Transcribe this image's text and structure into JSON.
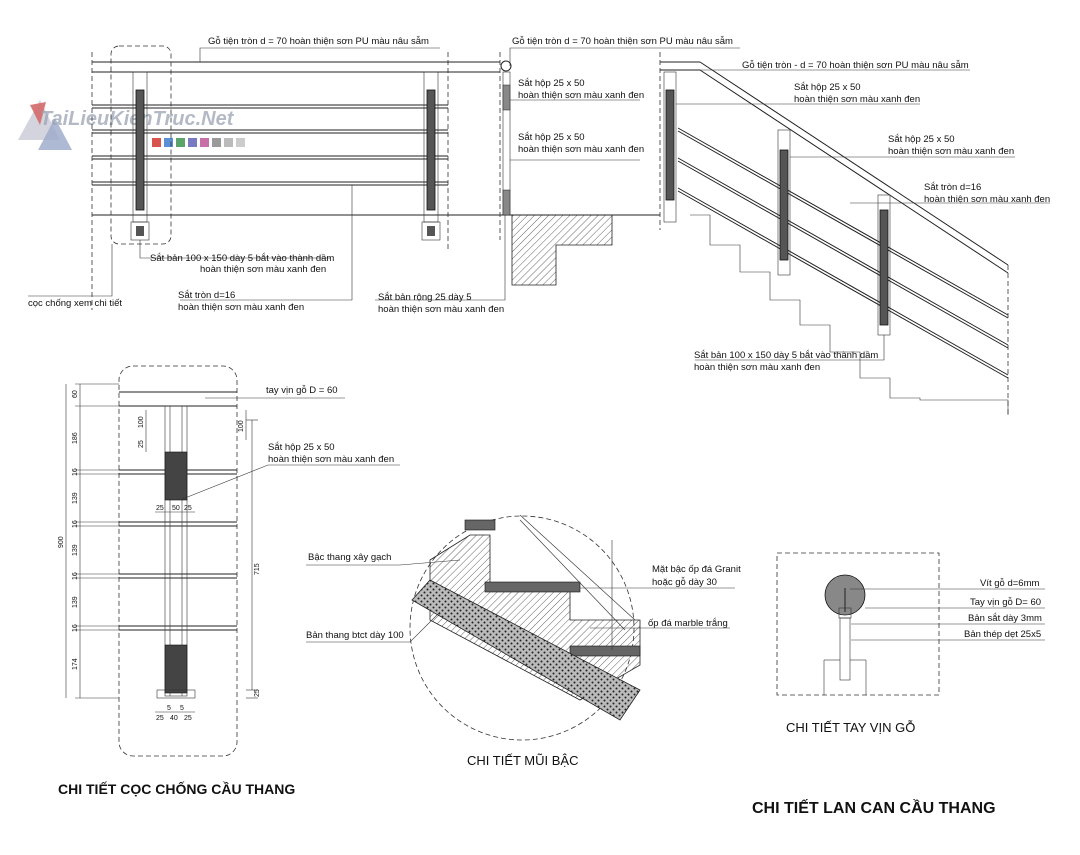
{
  "watermark": {
    "text": "TaiLieuKienTruc.Net",
    "swatches": [
      "#d9534f",
      "#5b8fd6",
      "#5aa469",
      "#7a7ac4",
      "#c96fa8",
      "#9a9a9a",
      "#bbbbbb"
    ]
  },
  "elevation_left": {
    "label_handrail": "Gỗ tiện tròn d = 70 hoàn thiện sơn PU màu nâu sẫm",
    "label_plate_1": "Sắt bản 100 x 150 dày 5 bắt vào thành dầm",
    "label_plate_2": "hoàn thiện sơn màu xanh đen",
    "label_post_ref": "cọc chống xem chi tiết",
    "label_rod_1": "Sắt tròn d=16",
    "label_rod_2": "hoàn thiện sơn màu xanh đen",
    "label_flat_1": "Sắt bản rộng 25 dày 5",
    "label_flat_2": "hoàn thiện sơn màu xanh đen"
  },
  "elevation_mid": {
    "label_handrail": "Gỗ tiện tròn d = 70 hoàn thiện sơn PU màu nâu sẫm",
    "label_box_1": "Sắt hộp 25 x 50",
    "label_box_2": "hoàn thiện sơn màu xanh đen",
    "label_box_b_1": "Sắt hộp 25 x 50",
    "label_box_b_2": "hoàn thiện sơn màu xanh đen"
  },
  "elevation_right": {
    "label_handrail": "Gỗ tiện tròn - d = 70 hoàn thiện sơn PU màu nâu sẫm",
    "label_box_1": "Sắt hộp 25 x 50",
    "label_box_2": "hoàn thiện sơn màu xanh đen",
    "label_box_b_1": "Sắt hộp 25 x 50",
    "label_box_b_2": "hoàn thiện sơn màu xanh đen",
    "label_rod_1": "Sắt tròn d=16",
    "label_rod_2": "hoàn thiện sơn màu xanh đen",
    "label_plate_1": "Sắt bản 100 x 150 dày 5 bắt vào thành dầm",
    "label_plate_2": "hoàn thiện sơn màu xanh đen"
  },
  "post_detail": {
    "title": "CHI TIẾT CỌC CHỐNG CẦU THANG",
    "label_handrail": "tay vịn gỗ D = 60",
    "label_box_1": "Sắt hộp 25 x 50",
    "label_box_2": "hoàn thiện sơn màu xanh đen",
    "dims_left": [
      "60",
      "186",
      "16",
      "139",
      "16",
      "139",
      "16",
      "139",
      "16",
      "174"
    ],
    "dim_total": "900",
    "dim_right": "715",
    "dim_top_a": "100",
    "dim_top_b": "25",
    "dim_top_c": "100",
    "dim_bottom": "25",
    "dims_mid": [
      "25",
      "50",
      "25"
    ],
    "dims_base_top": [
      "5",
      "5"
    ],
    "dims_base": [
      "25",
      "40",
      "25"
    ]
  },
  "nosing_detail": {
    "title": "CHI TIẾT MŨI BẬC",
    "label_brick": "Bậc thang xây gạch",
    "label_slab": "Bản thang btct dày 100",
    "label_tread_1": "Mặt bậc ốp đá Granit",
    "label_tread_2": "hoặc gỗ dày 30",
    "label_marble": "ốp đá marble trắng"
  },
  "handrail_detail": {
    "title": "CHI TIẾT TAY VỊN GỖ",
    "label_screw": "Vít gỗ  d=6mm",
    "label_wood": "Tay vịn gỗ D= 60",
    "label_plate": "Bản sắt dày 3mm",
    "label_flat": "Bản thép dẹt 25x5"
  },
  "main_title": "CHI TIẾT LAN CAN CẦU THANG"
}
